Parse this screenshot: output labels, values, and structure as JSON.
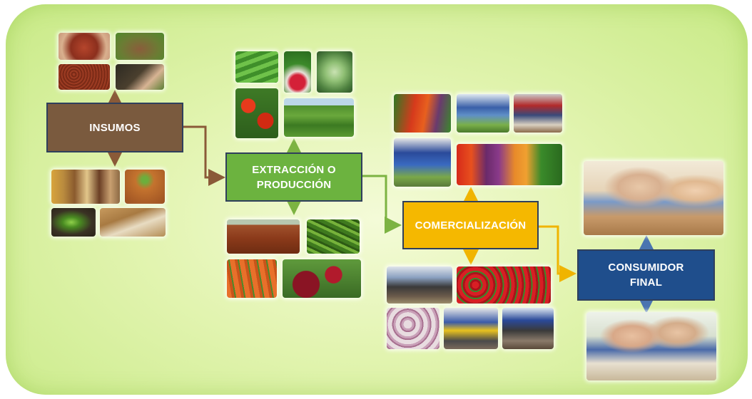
{
  "stages": {
    "insumos": {
      "label": "INSUMOS",
      "color": "#7a5a3e"
    },
    "produccion": {
      "label": "EXTRACCIÓN O\nPRODUCCIÓN",
      "color": "#6cb33f"
    },
    "comercializacion": {
      "label": "COMERCIALIZACIÓN",
      "color": "#f5b800"
    },
    "consumidor": {
      "label": "CONSUMIDOR\nFINAL",
      "color": "#1f4e8c"
    }
  },
  "photo_groups": [
    {
      "stage": "insumos",
      "position": "above",
      "subjects": [
        "red seeds in hands",
        "soil field",
        "red grain",
        "planting seedling"
      ]
    },
    {
      "stage": "insumos",
      "position": "below",
      "subjects": [
        "mixed grains",
        "sprout in soil",
        "seedling",
        "seed piles"
      ]
    },
    {
      "stage": "produccion",
      "position": "above",
      "subjects": [
        "lettuce field",
        "radishes",
        "cabbage",
        "tomatoes",
        "crop rows"
      ]
    },
    {
      "stage": "produccion",
      "position": "below",
      "subjects": [
        "soil field",
        "green beans",
        "carrots",
        "red fruit"
      ]
    },
    {
      "stage": "comercializacion",
      "position": "above",
      "subjects": [
        "vegetable stall",
        "market vendors",
        "market crowd",
        "market people",
        "colorful produce"
      ]
    },
    {
      "stage": "comercializacion",
      "position": "below",
      "subjects": [
        "market crowd",
        "strawberries",
        "garlic",
        "market vendors",
        "market shoppers"
      ]
    },
    {
      "stage": "consumidor",
      "position": "above",
      "subjects": [
        "family dinner"
      ]
    },
    {
      "stage": "consumidor",
      "position": "below",
      "subjects": [
        "family meal"
      ]
    }
  ],
  "colors": {
    "connector_brown": "#8a5a38",
    "connector_green": "#7cb342",
    "connector_yellow": "#f0b400",
    "connector_blue": "#4a74b0"
  }
}
